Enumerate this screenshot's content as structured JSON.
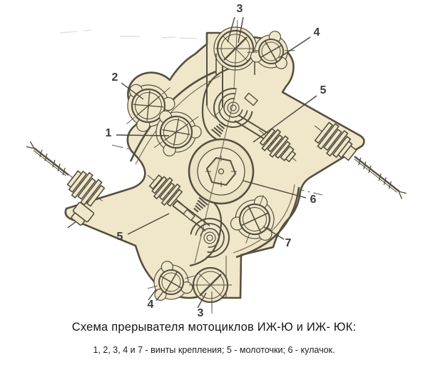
{
  "figure": {
    "description": "Breaker (contact points) schematic for IZH-Yu / IZH-YuK motorcycles",
    "callouts": [
      {
        "id": "screw-3-top",
        "number": "3"
      },
      {
        "id": "screw-4-top",
        "number": "4"
      },
      {
        "id": "screw-2",
        "number": "2"
      },
      {
        "id": "screw-1",
        "number": "1"
      },
      {
        "id": "hammer-upper",
        "number": "5"
      },
      {
        "id": "cam",
        "number": "6"
      },
      {
        "id": "screw-7",
        "number": "7"
      },
      {
        "id": "hammer-lower",
        "number": "5"
      },
      {
        "id": "screw-4-bottom",
        "number": "4"
      },
      {
        "id": "screw-3-bottom",
        "number": "3"
      }
    ],
    "colors": {
      "background": "#ffffff",
      "part_fill": "#f0e7cb",
      "part_fill_dark": "#ece2c4",
      "line_dark": "#55503f",
      "line_thin": "#6e6754",
      "label_text": "#3c3c3c",
      "caption_text": "#161616"
    }
  },
  "caption": {
    "title": "Схема прерывателя мотоциклов ИЖ-Ю и ИЖ- ЮК:",
    "legend": "1, 2, 3, 4 и 7 - винты крепления; 5 - молоточки; 6 - кулачок."
  }
}
